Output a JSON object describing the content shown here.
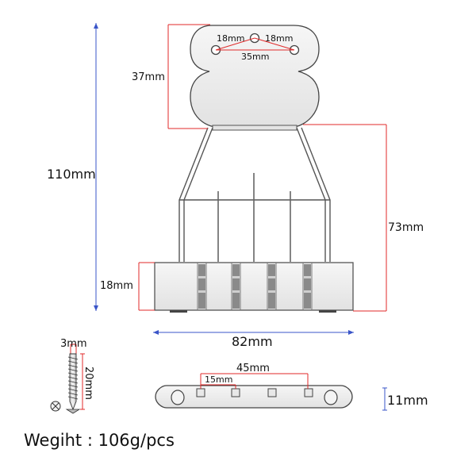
{
  "dimensions": {
    "height_total": "110mm",
    "plate_height": "37mm",
    "hole_spacing_left": "18mm",
    "hole_spacing_right": "18mm",
    "hole_span": "35mm",
    "wire_height": "73mm",
    "saddle_height": "18mm",
    "base_width": "82mm",
    "screw_diameter": "3mm",
    "screw_length": "20mm",
    "slot_span": "45mm",
    "slot_spacing": "15mm",
    "plate_thickness": "11mm"
  },
  "weight_text": "Wegiht : 106g/pcs",
  "colors": {
    "metal": "#ececec",
    "outline": "#555555",
    "dim_red": "#e02a2a",
    "dim_blue": "#3a55c8"
  }
}
